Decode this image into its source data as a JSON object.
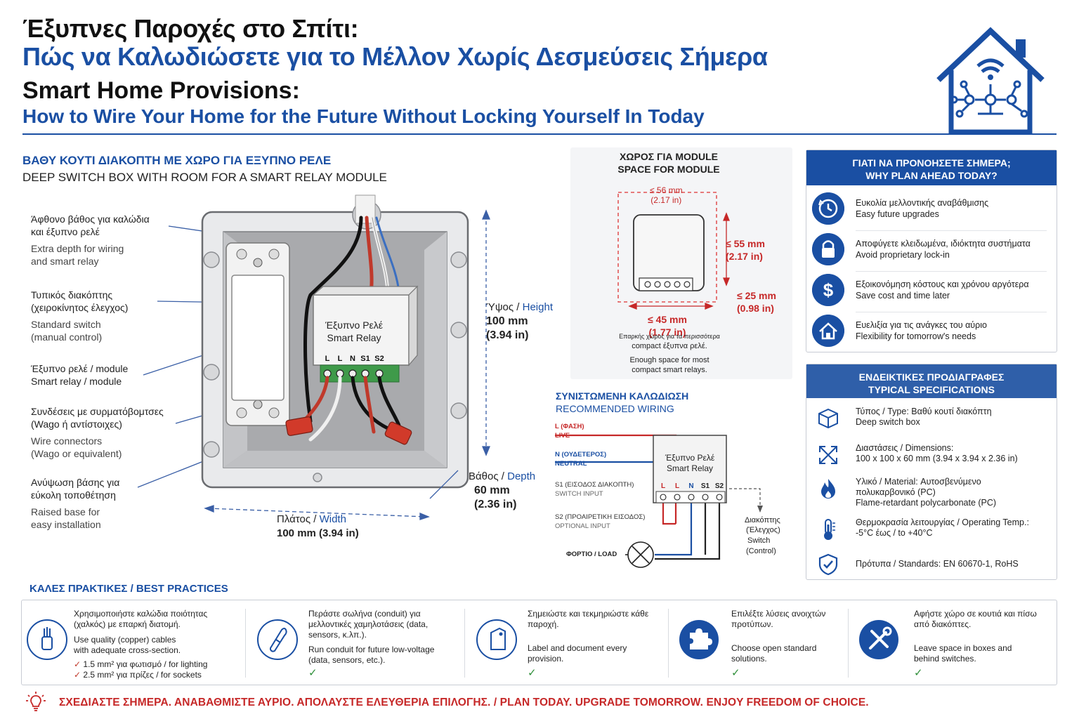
{
  "header": {
    "title_gr": "Έξυπνες Παροχές στο Σπίτι:",
    "subtitle_gr": "Πώς να Καλωδιώσετε για το Μέλλον Χωρίς Δεσμεύσεις Σήμερα",
    "title_en": "Smart Home Provisions:",
    "subtitle_en": "How to Wire Your Home for the Future Without Locking Yourself In Today",
    "logo_icon": "smart-home-house-icon"
  },
  "colors": {
    "accent": "#1a4fa3",
    "alert": "#c62828",
    "check": "#2f8f3a"
  },
  "box_section": {
    "title_gr": "ΒΑΘΥ ΚΟΥΤΙ ΔΙΑΚΟΠΤΗ ΜΕ ΧΩΡΟ ΓΙΑ ΕΞΥΠΝΟ ΡΕΛΕ",
    "title_en": "DEEP SWITCH BOX WITH ROOM FOR A SMART RELAY MODULE",
    "callouts": [
      {
        "gr1": "Άφθονο βάθος για καλώδια",
        "gr2": "και έξυπνο ρελέ",
        "en1": "Extra depth for wiring",
        "en2": "and smart relay"
      },
      {
        "gr1": "Τυπικός διακόπτης",
        "gr2": "(χειροκίνητος έλεγχος)",
        "en1": "Standard switch",
        "en2": "(manual control)"
      },
      {
        "gr1": "Έξυπνο ρελέ / module",
        "gr2": "",
        "en1": "Smart relay / module",
        "en2": ""
      },
      {
        "gr1": "Συνδέσεις με συρματόβομτσες",
        "gr2": "(Wago ή αντίστοιχες)",
        "en1": "Wire connectors",
        "en2": "(Wago or equivalent)"
      },
      {
        "gr1": "Ανύψωση βάσης για",
        "gr2": "εύκολη τοποθέτηση",
        "en1": "Raised base for",
        "en2": "easy installation"
      }
    ],
    "relay_label_1": "Έξυπνο Ρελέ",
    "relay_label_2": "Smart Relay",
    "terminals": [
      "L",
      "L",
      "N",
      "S1",
      "S2"
    ],
    "height": {
      "label_gr": "Ύψος",
      "label_en": "Height",
      "mm": "100 mm",
      "in": "(3.94 in)"
    },
    "depth": {
      "label_gr": "Βάθος",
      "label_en": "Depth",
      "mm": "60 mm",
      "in": "(2.36 in)"
    },
    "width": {
      "label_gr": "Πλάτος",
      "label_en": "Width",
      "value": "100 mm (3.94 in)"
    }
  },
  "module_space": {
    "title_gr": "ΧΩΡΟΣ ΓΙΑ MODULE",
    "title_en": "SPACE FOR MODULE",
    "top_dim_mm": "≤ 56 mm",
    "top_dim_in": "(2.17 in)",
    "right_dim_mm": "≤ 55 mm",
    "right_dim_in": "(2.17 in)",
    "depth_dim_mm": "≤ 25 mm",
    "depth_dim_in": "(0.98 in)",
    "bottom_dim_mm": "≤ 45 mm",
    "bottom_dim_in": "(1.77 in)",
    "note_gr_1": "Επαρκής χώρος για τα περισσότερα",
    "note_gr_2": "compact έξυπνα ρελέ.",
    "note_en_1": "Enough space for most",
    "note_en_2": "compact smart relays."
  },
  "wiring": {
    "title_gr": "ΣΥΝΙΣΤΩΜΕΝΗ ΚΑΛΩΔΙΩΣΗ",
    "title_en": "RECOMMENDED WIRING",
    "live_gr": "L (ΦΑΣΗ)",
    "live_en": "LIVE",
    "neutral_gr": "N (ΟΥΔΕΤΕΡΟΣ)",
    "neutral_en": "NEUTRAL",
    "s1_gr": "S1 (ΕΙΣΟΔΟΣ ΔΙΑΚΟΠΤΗ)",
    "s1_en": "SWITCH INPUT",
    "s2_gr": "S2 (ΠΡΟΑΙΡΕΤΙΚΗ ΕΙΣΟΔΟΣ)",
    "s2_en": "OPTIONAL INPUT",
    "load": "ΦΟΡΤΙΟ / LOAD",
    "relay_1": "Έξυπνο Ρελέ",
    "relay_2": "Smart Relay",
    "switch_1": "Διακόπτης",
    "switch_2": "(Έλεγχος)",
    "switch_3": "Switch",
    "switch_4": "(Control)"
  },
  "why": {
    "title_gr": "ΓΙΑΤΙ ΝΑ ΠΡΟΝΟΗΣΕΤΕ ΣΗΜΕΡΑ;",
    "title_en": "WHY PLAN AHEAD TODAY?",
    "items": [
      {
        "icon": "clock-refresh-icon",
        "gr": "Ευκολία μελλοντικής αναβάθμισης",
        "en": "Easy future upgrades"
      },
      {
        "icon": "lock-icon",
        "gr": "Αποφύγετε κλειδωμένα, ιδιόκτητα συστήματα",
        "en": "Avoid proprietary lock-in"
      },
      {
        "icon": "dollar-icon",
        "gr": "Εξοικονόμηση κόστους και χρόνου αργότερα",
        "en": "Save cost and time later"
      },
      {
        "icon": "house-icon",
        "gr": "Ευελιξία για τις ανάγκες του αύριο",
        "en": "Flexibility for tomorrow's needs"
      }
    ]
  },
  "specs": {
    "title_gr": "ΕΝΔΕΙΚΤΙΚΕΣ ΠΡΟΔΙΑΓΡΑΦΕΣ",
    "title_en": "TYPICAL SPECIFICATIONS",
    "items": [
      {
        "icon": "cube-icon",
        "l1": "Τύπος / Type: Βαθύ κουτί διακόπτη",
        "l2": "Deep switch box",
        "l3": ""
      },
      {
        "icon": "expand-arrows-icon",
        "l1": "Διαστάσεις / Dimensions:",
        "l2": "100 x 100 x 60 mm (3.94 x 3.94 x 2.36 in)",
        "l3": ""
      },
      {
        "icon": "flame-icon",
        "l1": "Υλικό / Material: Αυτοσβενύμενο",
        "l2": "πολυκαρβονικό (PC)",
        "l3": "Flame-retardant polycarbonate (PC)"
      },
      {
        "icon": "thermometer-icon",
        "l1": "Θερμοκρασία λειτουργίας / Operating Temp.:",
        "l2": "-5°C έως / to +40°C",
        "l3": ""
      },
      {
        "icon": "shield-check-icon",
        "l1": "Πρότυπα / Standards: EN 60670-1, RoHS",
        "l2": "",
        "l3": ""
      }
    ]
  },
  "best_practices": {
    "heading": "ΚΑΛΕΣ ΠΡΑΚΤΙΚΕΣ / BEST PRACTICES",
    "items": [
      {
        "icon": "cable-icon",
        "gr1": "Χρησιμοποιήστε καλώδια ποιότητας",
        "gr2": "(χαλκός) με επαρκή διατομή.",
        "en1": "Use quality (copper) cables",
        "en2": "with adequate cross-section.",
        "list1": "1.5 mm² για φωτισμό / for lighting",
        "list2": "2.5 mm² για πρίζες / for sockets"
      },
      {
        "icon": "conduit-icon",
        "gr1": "Περάστε σωλήνα (conduit) για",
        "gr2": "μελλοντικές χαμηλοτάσεις (data,",
        "gr3": "sensors, κ.λπ.).",
        "en1": "Run conduit for future low-voltage",
        "en2": "(data, sensors, etc.)."
      },
      {
        "icon": "tag-icon",
        "gr1": "Σημειώστε και τεκμηριώστε κάθε",
        "gr2": "παροχή.",
        "en1": "Label and document every",
        "en2": "provision."
      },
      {
        "icon": "puzzle-icon",
        "gr1": "Επιλέξτε λύσεις ανοιχτών",
        "gr2": "προτύπων.",
        "en1": "Choose open standard",
        "en2": "solutions."
      },
      {
        "icon": "tools-icon",
        "gr1": "Αφήστε χώρο σε κουτιά και πίσω",
        "gr2": "από διακόπτες.",
        "en1": "Leave space in boxes and",
        "en2": "behind switches."
      }
    ],
    "check": "✓"
  },
  "footer": {
    "icon": "lightbulb-icon",
    "text": "ΣΧΕΔΙΑΣΤΕ ΣΗΜΕΡΑ. ΑΝΑΒΑΘΜΙΣΤΕ ΑΥΡΙΟ. ΑΠΟΛΑΥΣΤΕ ΕΛΕΥΘΕΡΙΑ ΕΠΙΛΟΓΗΣ. / PLAN TODAY. UPGRADE TOMORROW. ENJOY FREEDOM OF CHOICE."
  }
}
